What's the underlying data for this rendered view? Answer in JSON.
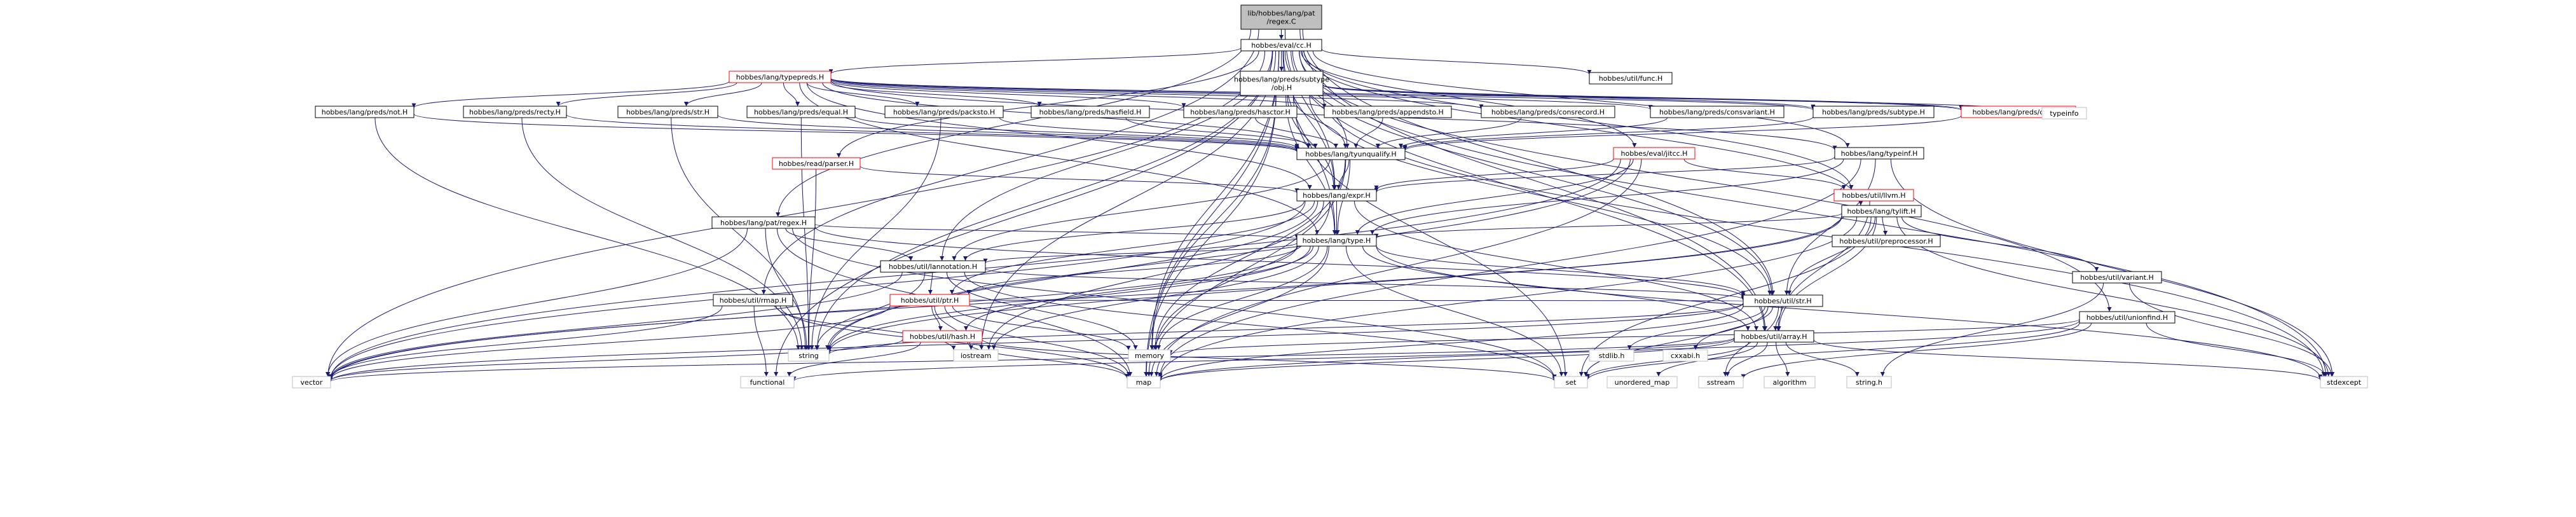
{
  "graph": {
    "colors": {
      "edge": "#191970",
      "normal_border": "#000000",
      "normal_fill": "#ffffff",
      "normal_text": "#000000",
      "truncated_border": "#ff0000",
      "root_fill": "#bfbfbf",
      "system_border": "#bfbfbf",
      "system_text": "#000000"
    },
    "nodes": [
      {
        "id": "root",
        "label": "lib/hobbes/lang/pat\n/regex.C",
        "kind": "root"
      },
      {
        "id": "evalcc",
        "label": "hobbes/eval/cc.H",
        "kind": "normal"
      },
      {
        "id": "typepreds",
        "label": "hobbes/lang/typepreds.H",
        "kind": "truncated"
      },
      {
        "id": "subtypeobj",
        "label": "hobbes/lang/preds/subtype\n/obj.H",
        "kind": "normal"
      },
      {
        "id": "func",
        "label": "hobbes/util/func.H",
        "kind": "normal"
      },
      {
        "id": "notH",
        "label": "hobbes/lang/preds/not.H",
        "kind": "normal"
      },
      {
        "id": "recty",
        "label": "hobbes/lang/preds/recty.H",
        "kind": "normal"
      },
      {
        "id": "str_pred",
        "label": "hobbes/lang/preds/str.H",
        "kind": "normal"
      },
      {
        "id": "equal",
        "label": "hobbes/lang/preds/equal.H",
        "kind": "normal"
      },
      {
        "id": "packsto",
        "label": "hobbes/lang/preds/packsto.H",
        "kind": "normal"
      },
      {
        "id": "hasfield",
        "label": "hobbes/lang/preds/hasfield.H",
        "kind": "normal"
      },
      {
        "id": "hasctor",
        "label": "hobbes/lang/preds/hasctor.H",
        "kind": "normal"
      },
      {
        "id": "appendsto",
        "label": "hobbes/lang/preds/appendsto.H",
        "kind": "normal"
      },
      {
        "id": "consrecord",
        "label": "hobbes/lang/preds/consrecord.H",
        "kind": "normal"
      },
      {
        "id": "consvariant",
        "label": "hobbes/lang/preds/consvariant.H",
        "kind": "normal"
      },
      {
        "id": "subtype",
        "label": "hobbes/lang/preds/subtype.H",
        "kind": "normal"
      },
      {
        "id": "classH",
        "label": "hobbes/lang/preds/class.H",
        "kind": "truncated"
      },
      {
        "id": "typeinfo",
        "label": "typeinfo",
        "kind": "system"
      },
      {
        "id": "readparser",
        "label": "hobbes/read/parser.H",
        "kind": "truncated"
      },
      {
        "id": "tyunqualify",
        "label": "hobbes/lang/tyunqualify.H",
        "kind": "normal"
      },
      {
        "id": "jitcc",
        "label": "hobbes/eval/jitcc.H",
        "kind": "truncated"
      },
      {
        "id": "typeinf",
        "label": "hobbes/lang/typeinf.H",
        "kind": "normal"
      },
      {
        "id": "exprH",
        "label": "hobbes/lang/expr.H",
        "kind": "normal"
      },
      {
        "id": "llvm",
        "label": "hobbes/util/llvm.H",
        "kind": "truncated"
      },
      {
        "id": "tylift",
        "label": "hobbes/lang/tylift.H",
        "kind": "normal"
      },
      {
        "id": "patregex",
        "label": "hobbes/lang/pat/regex.H",
        "kind": "normal"
      },
      {
        "id": "typeH",
        "label": "hobbes/lang/type.H",
        "kind": "normal"
      },
      {
        "id": "preprocessor",
        "label": "hobbes/util/preprocessor.H",
        "kind": "normal"
      },
      {
        "id": "lannotation",
        "label": "hobbes/util/lannotation.H",
        "kind": "normal"
      },
      {
        "id": "variant",
        "label": "hobbes/util/variant.H",
        "kind": "normal"
      },
      {
        "id": "rmap",
        "label": "hobbes/util/rmap.H",
        "kind": "normal"
      },
      {
        "id": "ptr",
        "label": "hobbes/util/ptr.H",
        "kind": "truncated"
      },
      {
        "id": "util_str",
        "label": "hobbes/util/str.H",
        "kind": "normal"
      },
      {
        "id": "unionfind",
        "label": "hobbes/util/unionfind.H",
        "kind": "normal"
      },
      {
        "id": "hash",
        "label": "hobbes/util/hash.H",
        "kind": "truncated"
      },
      {
        "id": "array",
        "label": "hobbes/util/array.H",
        "kind": "normal"
      },
      {
        "id": "string",
        "label": "string",
        "kind": "system"
      },
      {
        "id": "iostream",
        "label": "iostream",
        "kind": "system"
      },
      {
        "id": "memory",
        "label": "memory",
        "kind": "system"
      },
      {
        "id": "stdlibh",
        "label": "stdlib.h",
        "kind": "system"
      },
      {
        "id": "cxxabi",
        "label": "cxxabi.h",
        "kind": "system"
      },
      {
        "id": "vector",
        "label": "vector",
        "kind": "system"
      },
      {
        "id": "functional",
        "label": "functional",
        "kind": "system"
      },
      {
        "id": "map",
        "label": "map",
        "kind": "system"
      },
      {
        "id": "set",
        "label": "set",
        "kind": "system"
      },
      {
        "id": "unordered_map",
        "label": "unordered_map",
        "kind": "system"
      },
      {
        "id": "sstream",
        "label": "sstream",
        "kind": "system"
      },
      {
        "id": "algorithm",
        "label": "algorithm",
        "kind": "system"
      },
      {
        "id": "stringh",
        "label": "string.h",
        "kind": "system"
      },
      {
        "id": "stdexcept",
        "label": "stdexcept",
        "kind": "system"
      }
    ],
    "edges": [
      [
        "root",
        "evalcc"
      ],
      [
        "root",
        "patregex"
      ],
      [
        "root",
        "exprH"
      ],
      [
        "root",
        "array"
      ],
      [
        "root",
        "util_str"
      ],
      [
        "root",
        "rmap"
      ],
      [
        "evalcc",
        "typepreds"
      ],
      [
        "evalcc",
        "subtypeobj"
      ],
      [
        "evalcc",
        "func"
      ],
      [
        "evalcc",
        "jitcc"
      ],
      [
        "evalcc",
        "typeinf"
      ],
      [
        "evalcc",
        "tylift"
      ],
      [
        "evalcc",
        "llvm"
      ],
      [
        "evalcc",
        "exprH"
      ],
      [
        "evalcc",
        "typeH"
      ],
      [
        "evalcc",
        "tyunqualify"
      ],
      [
        "evalcc",
        "readparser"
      ],
      [
        "evalcc",
        "lannotation"
      ],
      [
        "evalcc",
        "util_str"
      ],
      [
        "evalcc",
        "unionfind"
      ],
      [
        "evalcc",
        "array"
      ],
      [
        "evalcc",
        "string"
      ],
      [
        "evalcc",
        "vector"
      ],
      [
        "evalcc",
        "map"
      ],
      [
        "evalcc",
        "stdexcept"
      ],
      [
        "evalcc",
        "iostream"
      ],
      [
        "evalcc",
        "memory"
      ],
      [
        "evalcc",
        "functional"
      ],
      [
        "typepreds",
        "notH"
      ],
      [
        "typepreds",
        "recty"
      ],
      [
        "typepreds",
        "str_pred"
      ],
      [
        "typepreds",
        "equal"
      ],
      [
        "typepreds",
        "packsto"
      ],
      [
        "typepreds",
        "hasfield"
      ],
      [
        "typepreds",
        "hasctor"
      ],
      [
        "typepreds",
        "appendsto"
      ],
      [
        "typepreds",
        "consrecord"
      ],
      [
        "typepreds",
        "consvariant"
      ],
      [
        "typepreds",
        "subtype"
      ],
      [
        "typepreds",
        "classH"
      ],
      [
        "typepreds",
        "typeinf"
      ],
      [
        "typepreds",
        "tyunqualify"
      ],
      [
        "typepreds",
        "typeH"
      ],
      [
        "typepreds",
        "exprH"
      ],
      [
        "subtypeobj",
        "subtype"
      ],
      [
        "subtypeobj",
        "classH"
      ],
      [
        "subtypeobj",
        "typeinfo"
      ],
      [
        "subtypeobj",
        "tyunqualify"
      ],
      [
        "subtypeobj",
        "typeH"
      ],
      [
        "subtypeobj",
        "exprH"
      ],
      [
        "subtypeobj",
        "map"
      ],
      [
        "subtypeobj",
        "set"
      ],
      [
        "subtypeobj",
        "stdexcept"
      ],
      [
        "subtypeobj",
        "util_str"
      ],
      [
        "subtypeobj",
        "memory"
      ],
      [
        "notH",
        "tyunqualify"
      ],
      [
        "notH",
        "string"
      ],
      [
        "recty",
        "tyunqualify"
      ],
      [
        "recty",
        "string"
      ],
      [
        "str_pred",
        "tyunqualify"
      ],
      [
        "str_pred",
        "string"
      ],
      [
        "equal",
        "tyunqualify"
      ],
      [
        "equal",
        "string"
      ],
      [
        "packsto",
        "tyunqualify"
      ],
      [
        "packsto",
        "string"
      ],
      [
        "hasfield",
        "tyunqualify"
      ],
      [
        "hasctor",
        "tyunqualify"
      ],
      [
        "appendsto",
        "tyunqualify"
      ],
      [
        "consrecord",
        "tyunqualify"
      ],
      [
        "consvariant",
        "tyunqualify"
      ],
      [
        "subtype",
        "tyunqualify"
      ],
      [
        "classH",
        "tyunqualify"
      ],
      [
        "readparser",
        "exprH"
      ],
      [
        "readparser",
        "string"
      ],
      [
        "tyunqualify",
        "exprH"
      ],
      [
        "tyunqualify",
        "typeH"
      ],
      [
        "tyunqualify",
        "lannotation"
      ],
      [
        "tyunqualify",
        "memory"
      ],
      [
        "tyunqualify",
        "map"
      ],
      [
        "jitcc",
        "exprH"
      ],
      [
        "jitcc",
        "typeH"
      ],
      [
        "jitcc",
        "llvm"
      ],
      [
        "jitcc",
        "string"
      ],
      [
        "jitcc",
        "map"
      ],
      [
        "jitcc",
        "vector"
      ],
      [
        "typeinf",
        "exprH"
      ],
      [
        "typeinf",
        "typeH"
      ],
      [
        "typeinf",
        "util_str"
      ],
      [
        "typeinf",
        "map"
      ],
      [
        "typeinf",
        "stdexcept"
      ],
      [
        "llvm",
        "array"
      ],
      [
        "exprH",
        "typeH"
      ],
      [
        "exprH",
        "lannotation"
      ],
      [
        "exprH",
        "ptr"
      ],
      [
        "exprH",
        "array"
      ],
      [
        "exprH",
        "string"
      ],
      [
        "exprH",
        "vector"
      ],
      [
        "exprH",
        "memory"
      ],
      [
        "exprH",
        "iostream"
      ],
      [
        "tylift",
        "typeH"
      ],
      [
        "tylift",
        "preprocessor"
      ],
      [
        "tylift",
        "variant"
      ],
      [
        "tylift",
        "util_str"
      ],
      [
        "tylift",
        "array"
      ],
      [
        "tylift",
        "string"
      ],
      [
        "tylift",
        "vector"
      ],
      [
        "tylift",
        "map"
      ],
      [
        "tylift",
        "set"
      ],
      [
        "tylift",
        "stdexcept"
      ],
      [
        "patregex",
        "typeH"
      ],
      [
        "patregex",
        "lannotation"
      ],
      [
        "patregex",
        "util_str"
      ],
      [
        "patregex",
        "string"
      ],
      [
        "patregex",
        "vector"
      ],
      [
        "patregex",
        "map"
      ],
      [
        "patregex",
        "set"
      ],
      [
        "typeH",
        "lannotation"
      ],
      [
        "typeH",
        "ptr"
      ],
      [
        "typeH",
        "util_str"
      ],
      [
        "typeH",
        "array"
      ],
      [
        "typeH",
        "hash"
      ],
      [
        "typeH",
        "string"
      ],
      [
        "typeH",
        "vector"
      ],
      [
        "typeH",
        "map"
      ],
      [
        "typeH",
        "set"
      ],
      [
        "typeH",
        "memory"
      ],
      [
        "typeH",
        "iostream"
      ],
      [
        "typeH",
        "stdexcept"
      ],
      [
        "lannotation",
        "string"
      ],
      [
        "lannotation",
        "vector"
      ],
      [
        "lannotation",
        "memory"
      ],
      [
        "lannotation",
        "set"
      ],
      [
        "lannotation",
        "ptr"
      ],
      [
        "lannotation",
        "util_str"
      ],
      [
        "variant",
        "stringh"
      ],
      [
        "variant",
        "stdexcept"
      ],
      [
        "rmap",
        "vector"
      ],
      [
        "rmap",
        "map"
      ],
      [
        "rmap",
        "iostream"
      ],
      [
        "rmap",
        "functional"
      ],
      [
        "ptr",
        "hash"
      ],
      [
        "ptr",
        "map"
      ],
      [
        "ptr",
        "memory"
      ],
      [
        "ptr",
        "vector"
      ],
      [
        "ptr",
        "iostream"
      ],
      [
        "ptr",
        "util_str"
      ],
      [
        "util_str",
        "string"
      ],
      [
        "util_str",
        "stdlibh"
      ],
      [
        "util_str",
        "cxxabi"
      ],
      [
        "util_str",
        "map"
      ],
      [
        "util_str",
        "set"
      ],
      [
        "util_str",
        "sstream"
      ],
      [
        "util_str",
        "vector"
      ],
      [
        "util_str",
        "array"
      ],
      [
        "unionfind",
        "map"
      ],
      [
        "unionfind",
        "set"
      ],
      [
        "unionfind",
        "sstream"
      ],
      [
        "unionfind",
        "memory"
      ],
      [
        "unionfind",
        "stdexcept"
      ],
      [
        "hash",
        "functional"
      ],
      [
        "hash",
        "vector"
      ],
      [
        "hash",
        "set"
      ],
      [
        "hash",
        "map"
      ],
      [
        "array",
        "vector"
      ],
      [
        "array",
        "map"
      ],
      [
        "array",
        "set"
      ],
      [
        "array",
        "unordered_map"
      ],
      [
        "array",
        "sstream"
      ],
      [
        "array",
        "algorithm"
      ],
      [
        "array",
        "stringh"
      ],
      [
        "array",
        "functional"
      ],
      [
        "array",
        "stdexcept"
      ]
    ]
  }
}
